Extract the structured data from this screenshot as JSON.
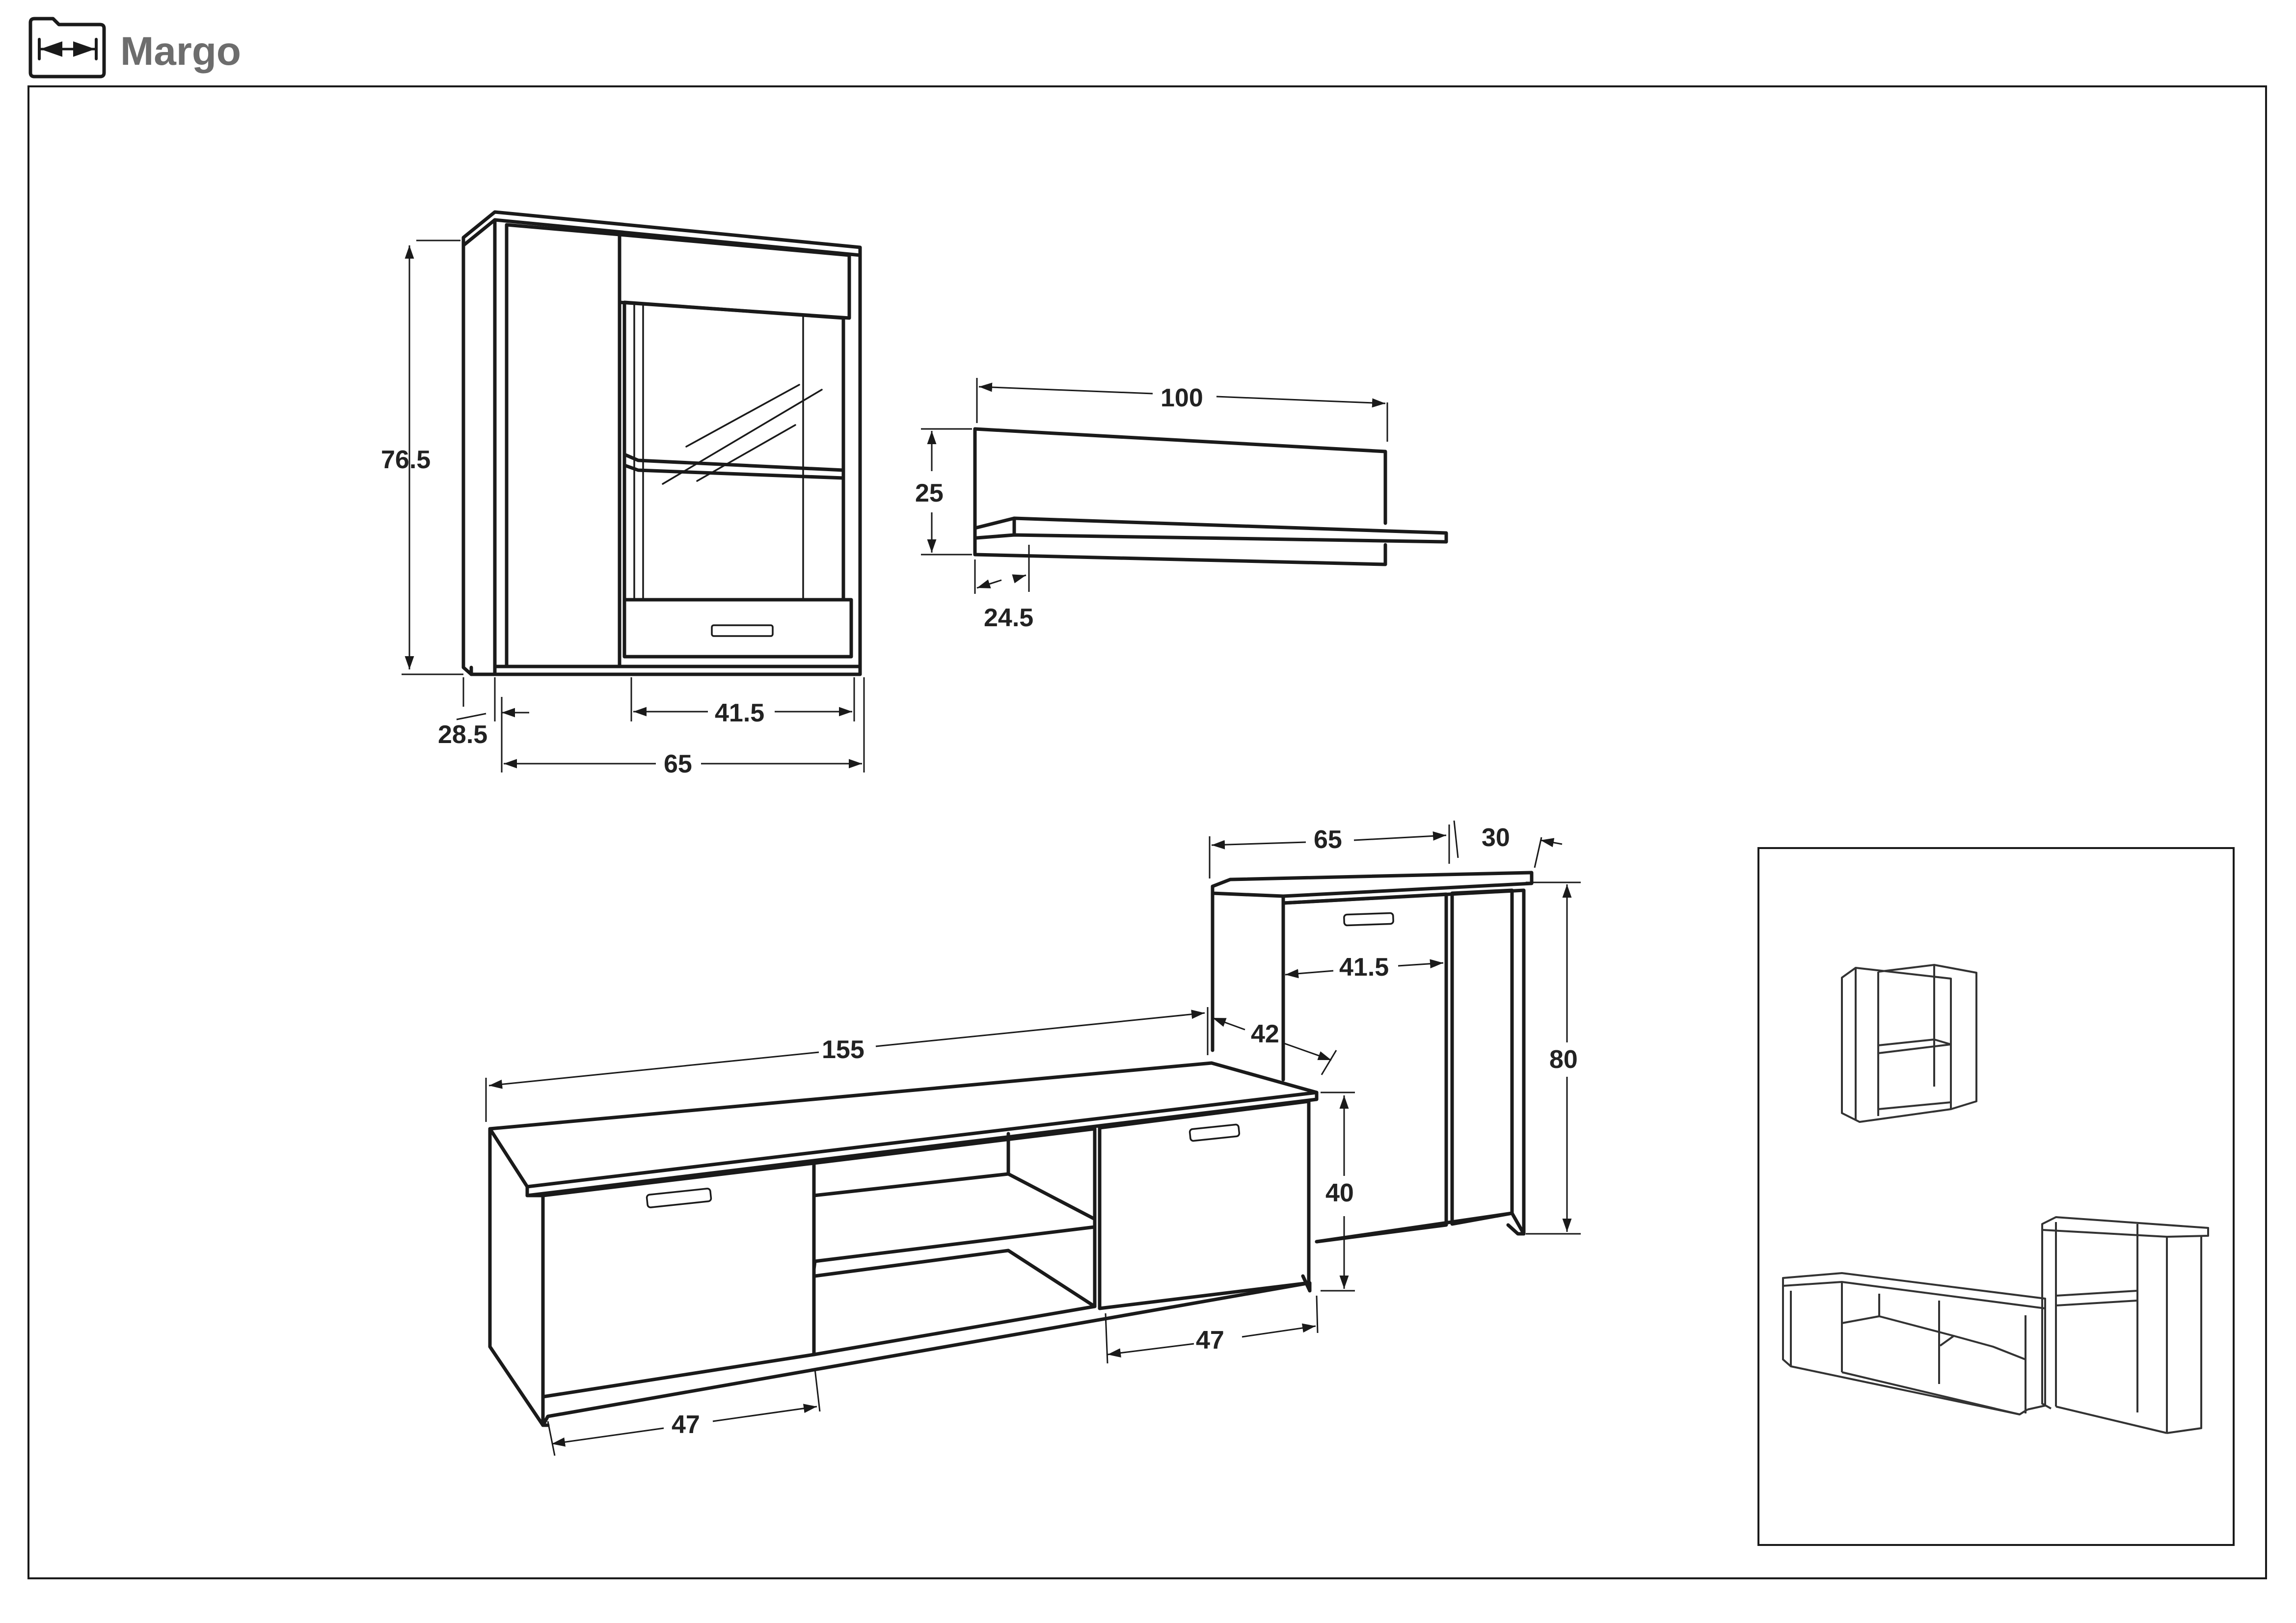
{
  "header": {
    "title": "Margo",
    "icon": "dimensions-icon"
  },
  "wall_cabinet": {
    "height": "76.5",
    "depth": "28.5",
    "inner_width": "41.5",
    "width": "65"
  },
  "wall_shelf": {
    "width": "100",
    "height": "25",
    "depth": "24.5"
  },
  "tv_unit": {
    "width": "155",
    "height": "40",
    "depth": "42",
    "left_door_width": "47",
    "right_door_width": "47"
  },
  "sideboard": {
    "width": "65",
    "depth": "30",
    "height": "80",
    "door_width": "41.5"
  },
  "colors": {
    "line": "#1a1a1a",
    "title": "#6d6d6d",
    "background": "#ffffff"
  }
}
